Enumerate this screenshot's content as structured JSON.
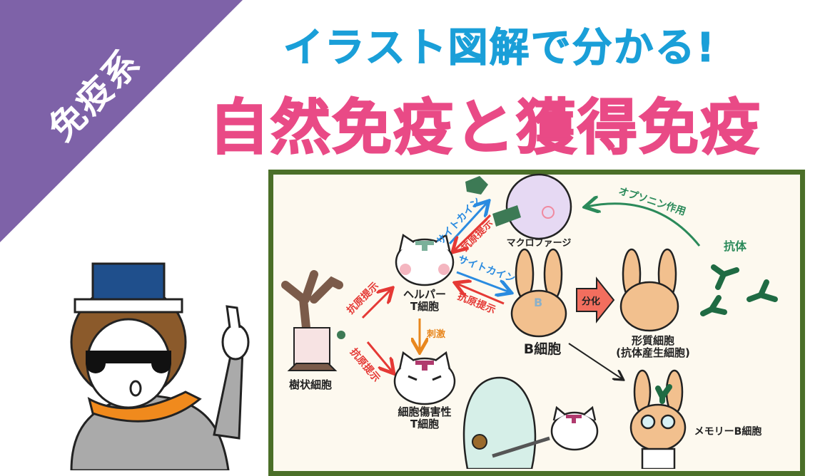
{
  "category_tag": "免疫系",
  "title_line1": "イラスト図解で分かる!",
  "title_line2": "自然免疫と獲得免疫",
  "colors": {
    "tag_bg": "#7e62a8",
    "title1": "#1a9fd8",
    "title2": "#e94a86",
    "panel_border": "#4b6f28",
    "panel_bg": "#fdf9ef",
    "antigen_arrow": "#e53935",
    "cytokine_arrow": "#2a8be0",
    "opsonin": "#2b8a5a",
    "stimulus": "#e8871e"
  },
  "diagram": {
    "cells": {
      "dendritic": "樹状細胞",
      "helper_t_1": "ヘルパー",
      "helper_t_2": "T細胞",
      "cytotoxic_t_1": "細胞傷害性",
      "cytotoxic_t_2": "T細胞",
      "macrophage": "マクロファージ",
      "b_cell": "B細胞",
      "plasma_1": "形質細胞",
      "plasma_2": "(抗体産生細胞)",
      "memory_b": "メモリーB細胞",
      "antibody": "抗体"
    },
    "arrows": {
      "antigen_presentation": "抗原提示",
      "cytokine": "サイトカイン",
      "stimulus": "刺激",
      "differentiation": "分化",
      "opsonization": "オプソニン作用"
    },
    "icons": [
      "dendritic-cell-tree",
      "helper-t-cat",
      "cytotoxic-t-cat",
      "macrophage-circle",
      "b-cell-rabbit",
      "plasma-cell-rabbit",
      "memory-b-rabbit",
      "antibody-y",
      "cancer-cell-egg",
      "presenter-with-hat"
    ]
  }
}
